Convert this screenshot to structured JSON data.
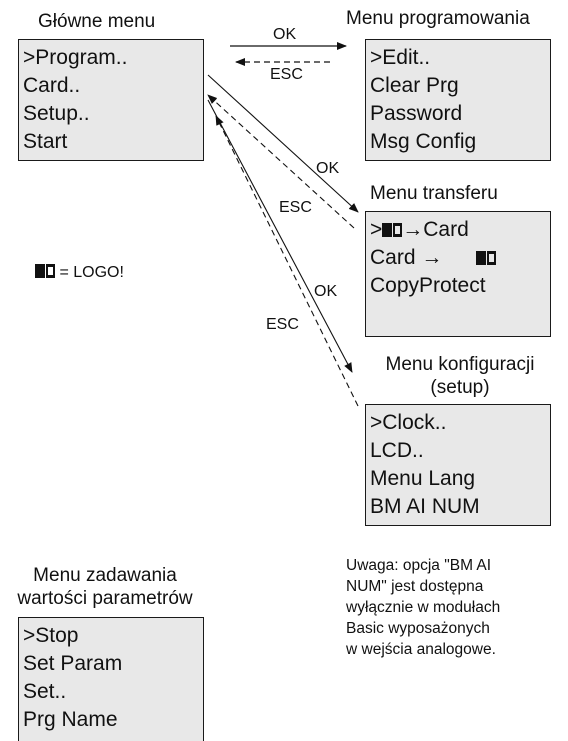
{
  "main_menu": {
    "title": "Główne menu",
    "items": [
      ">Program..",
      "Card..",
      "Setup..",
      "Start"
    ]
  },
  "program_menu": {
    "title": "Menu programowania",
    "items": [
      ">Edit..",
      "Clear Prg",
      "Password",
      "Msg Config"
    ]
  },
  "transfer_menu": {
    "title": "Menu transferu",
    "item1_prefix": ">",
    "item1_suffix": "→Card",
    "item2_prefix": "Card →",
    "item3": "CopyProtect"
  },
  "setup_menu": {
    "title_line1": "Menu konfiguracji",
    "title_line2": "(setup)",
    "items": [
      ">Clock..",
      "LCD..",
      "Menu Lang",
      "BM AI NUM"
    ]
  },
  "param_menu": {
    "title_line1": "Menu zadawania",
    "title_line2": "wartości parametrów",
    "items": [
      ">Stop",
      "Set Param",
      "Set..",
      "Prg Name"
    ]
  },
  "legend": {
    "text": "= LOGO!",
    "icon": "logo-module-icon"
  },
  "arrow_labels": {
    "ok_program": "OK",
    "esc_program": "ESC",
    "ok_transfer": "OK",
    "esc_transfer": "ESC",
    "ok_setup": "OK",
    "esc_setup": "ESC"
  },
  "note": {
    "lines": [
      "Uwaga: opcja \"BM AI",
      "NUM\" jest dostępna",
      "wyłącznie w modułach",
      "Basic wyposażonych",
      "w wejścia analogowe."
    ]
  },
  "colors": {
    "box_fill": "#e8e8e8",
    "border": "#1a1a1a",
    "text": "#111111"
  }
}
